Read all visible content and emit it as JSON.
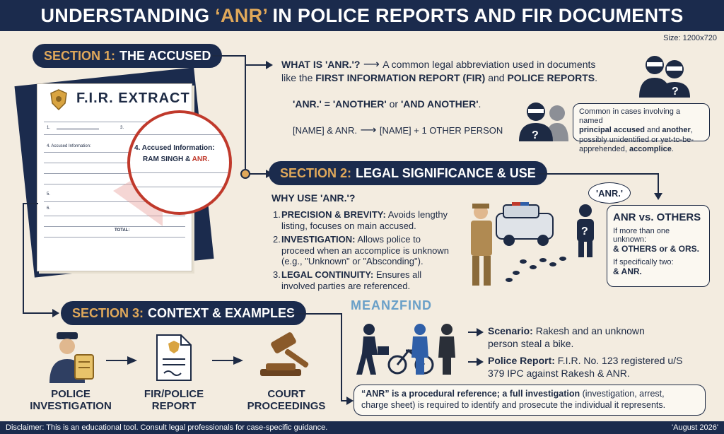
{
  "header": {
    "title_pre": "UNDERSTANDING ",
    "title_hl": "‘ANR’",
    "title_post": " IN POLICE REPORTS AND FIR DOCUMENTS"
  },
  "size_note": "Size: 1200x720",
  "section1": {
    "num": "SECTION 1:",
    "label": "THE ACCUSED",
    "fir_title": "F.I.R. EXTRACT",
    "fir_fields": [
      "1.",
      "3.",
      "4. Accused Information:",
      "5.",
      "6."
    ],
    "fir_total": "TOTAL:",
    "magnifier_line1": "4. Accused Information:",
    "magnifier_name": "RAM SINGH & ",
    "magnifier_anr": "ANR.",
    "what_is_q": "WHAT IS 'ANR.'?",
    "what_is_a1": "A common legal abbreviation used in documents",
    "what_is_a2_pre": "like the ",
    "what_is_a2_fir": "FIRST INFORMATION REPORT (FIR)",
    "what_is_a2_mid": " and ",
    "what_is_a2_pr": "POLICE REPORTS",
    "what_is_a2_end": ".",
    "eq_left": "'ANR.' = 'ANOTHER'",
    "eq_mid": " or ",
    "eq_right": "'AND ANOTHER'",
    "eq_end": ".",
    "map_left": "[NAME] & ANR.",
    "map_right": "[NAME] + 1 OTHER PERSON",
    "callout_1": "Common in cases involving a named",
    "callout_2_b1": "principal accused",
    "callout_2_mid": " and ",
    "callout_2_b2": "another",
    "callout_2_end": ",",
    "callout_3": "possibly unidentified or yet-to-be-",
    "callout_4_pre": "apprehended, ",
    "callout_4_b": "accomplice",
    "callout_4_end": "."
  },
  "section2": {
    "num": "SECTION 2:",
    "label": "LEGAL SIGNIFICANCE & USE",
    "why": "WHY USE 'ANR.'?",
    "items": [
      {
        "n": "1.",
        "head": "PRECISION & BREVITY:",
        "l1": " Avoids lengthy",
        "l2": "listing, focuses on main accused."
      },
      {
        "n": "2.",
        "head": "INVESTIGATION:",
        "l1": " Allows police to",
        "l2": "proceed when an accomplice is unknown",
        "l3": "(e.g., \"Unknown\" or \"Absconding\")."
      },
      {
        "n": "3.",
        "head": "LEGAL CONTINUITY:",
        "l1": " Ensures all",
        "l2": "involved parties are referenced."
      }
    ],
    "bubble": "'ANR.'",
    "box_title": "ANR vs. OTHERS",
    "box_l1": "If more than one unknown:",
    "box_l2": "& OTHERS or & ORS.",
    "box_l3": "If specifically two:",
    "box_l4": "& ANR."
  },
  "watermark": "MEANZFIND",
  "section3": {
    "num": "SECTION 3:",
    "label": "CONTEXT & EXAMPLES",
    "flow": [
      {
        "l1": "POLICE",
        "l2": "INVESTIGATION"
      },
      {
        "l1": "FIR/POLICE",
        "l2": "REPORT"
      },
      {
        "l1": "COURT",
        "l2": "PROCEEDINGS"
      }
    ],
    "scenario_head": "Scenario:",
    "scenario_l1": " Rakesh and an unknown",
    "scenario_l2": "person steal a bike.",
    "report_head": "Police Report:",
    "report_l1": " F.I.R. No. 123 registered u/S",
    "report_l2": "379 IPC against Rakesh & ANR.",
    "summary_b": "“ANR” is a procedural reference; a full investigation",
    "summary_rest": " (investigation, arrest,",
    "summary_l2": "charge sheet) is required to identify and prosecute the individual it represents."
  },
  "footer": {
    "disclaimer": "Disclaimer: This is an educational tool. Consult legal professionals for case-specific guidance.",
    "date": "'August 2026'"
  },
  "colors": {
    "navy": "#1b2b4d",
    "gold": "#e0a85a",
    "red": "#c0392b",
    "cream": "#f3ece0"
  }
}
